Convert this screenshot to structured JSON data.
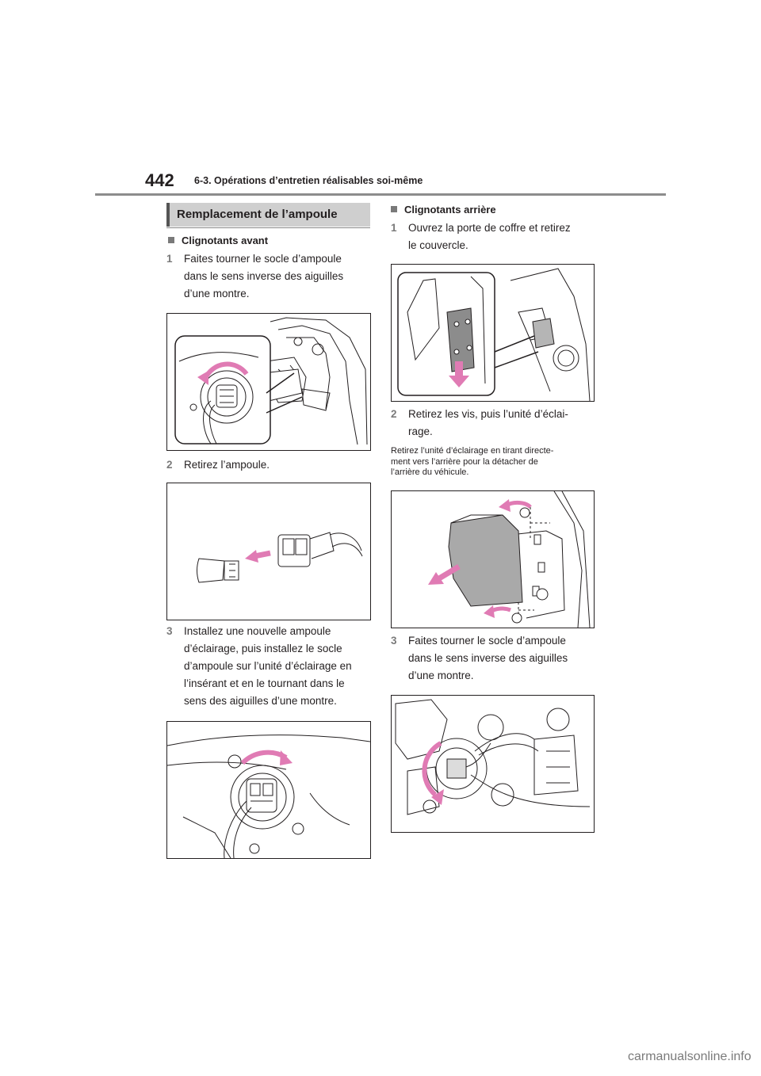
{
  "header": {
    "page_number": "442",
    "chapter": "6-3. Opérations d’entretien réalisables soi-même"
  },
  "section": {
    "title": "Remplacement de l’ampoule"
  },
  "front": {
    "heading": "Clignotants avant",
    "steps": [
      {
        "num": "1",
        "lines": [
          "Faites tourner le socle d’ampoule",
          "dans le sens inverse des aiguilles",
          "d’une montre."
        ]
      },
      {
        "num": "2",
        "lines": [
          "Retirez l’ampoule."
        ]
      },
      {
        "num": "3",
        "lines": [
          "Installez une nouvelle ampoule",
          "d’éclairage, puis installez le socle",
          "d’ampoule sur l’unité d’éclairage en",
          "l’insérant et en le tournant dans le",
          "sens des aiguilles d’une montre."
        ]
      }
    ]
  },
  "rear": {
    "heading": "Clignotants arrière",
    "steps": [
      {
        "num": "1",
        "lines": [
          "Ouvrez la porte de coffre et retirez",
          "le couvercle."
        ]
      },
      {
        "num": "2",
        "lines": [
          "Retirez les vis, puis l’unité d’éclai-",
          "rage."
        ]
      },
      {
        "num": "3",
        "lines": [
          "Faites tourner le socle d’ampoule",
          "dans le sens inverse des aiguilles",
          "d’une montre."
        ]
      }
    ],
    "note": [
      "Retirez l’unité d’éclairage en tirant directe-",
      "ment vers l’arrière pour la détacher de",
      "l’arrière du véhicule."
    ]
  },
  "footer": {
    "watermark": "carmanualsonline.info"
  },
  "colors": {
    "accent_arrow": "#e07bb4",
    "section_fill": "#cfcfcf",
    "step_number": "#7a7a7a"
  }
}
